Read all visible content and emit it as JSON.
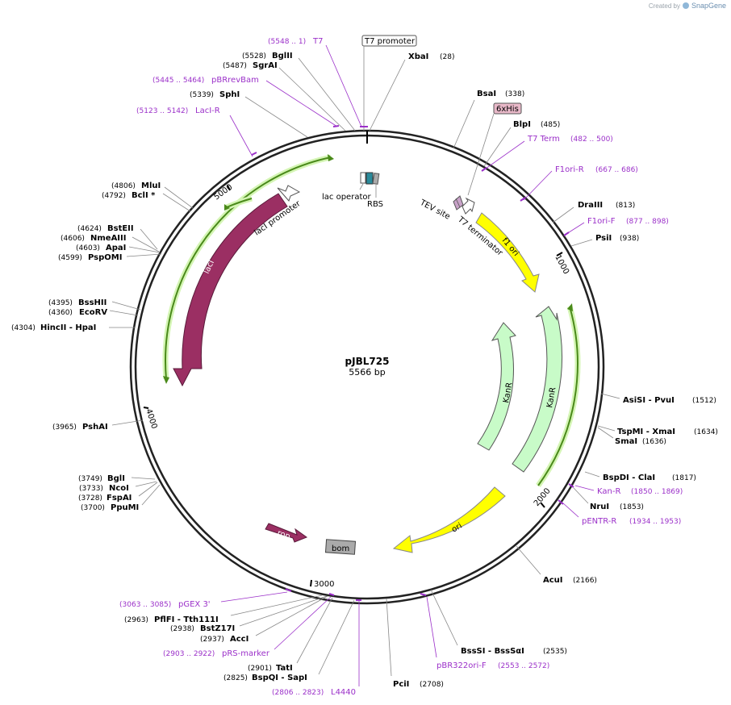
{
  "credit": {
    "prefix": "Created by",
    "brand": "SnapGene"
  },
  "plasmid": {
    "name": "pJBL725",
    "size": "5566 bp",
    "length": 5566
  },
  "ticks": [
    "1000",
    "2000",
    "3000",
    "4000",
    "5000"
  ],
  "colors": {
    "lacI": "#9b2f63",
    "rop": "#9b2f63",
    "ori": "#ffff00",
    "f1ori": "#ffff00",
    "kanr": "#c8fbc8",
    "primer": "#9b30c9",
    "terminator": "#888888"
  },
  "enzymes": [
    {
      "name": "XbaI",
      "pos": "(28)"
    },
    {
      "name": "BsaI",
      "pos": "(338)"
    },
    {
      "name": "BlpI",
      "pos": "(485)"
    },
    {
      "name": "DraIII",
      "pos": "(813)"
    },
    {
      "name": "PsiI",
      "pos": "(938)"
    },
    {
      "name": "AsiSI  - PvuI",
      "pos": "(1512)"
    },
    {
      "name": "TspMI  - XmaI",
      "pos": "(1634)"
    },
    {
      "name": "SmaI",
      "pos": "(1636)"
    },
    {
      "name": "BspDI  - ClaI",
      "pos": "(1817)"
    },
    {
      "name": "NruI",
      "pos": "(1853)"
    },
    {
      "name": "AcuI",
      "pos": "(2166)"
    },
    {
      "name": "BssSI  - BssSαI",
      "pos": "(2535)"
    },
    {
      "name": "PciI",
      "pos": "(2708)"
    },
    {
      "name": "BspQI  - SapI",
      "pos": "(2825)"
    },
    {
      "name": "TatI",
      "pos": "(2901)"
    },
    {
      "name": "AccI",
      "pos": "(2937)"
    },
    {
      "name": "BstZ17I",
      "pos": "(2938)"
    },
    {
      "name": "PflFI  - Tth111I",
      "pos": "(2963)"
    },
    {
      "name": "PpuMI",
      "pos": "(3700)"
    },
    {
      "name": "FspAI",
      "pos": "(3728)"
    },
    {
      "name": "NcoI",
      "pos": "(3733)"
    },
    {
      "name": "BglI",
      "pos": "(3749)"
    },
    {
      "name": "PshAI",
      "pos": "(3965)"
    },
    {
      "name": "HincII  - HpaI",
      "pos": "(4304)"
    },
    {
      "name": "EcoRV",
      "pos": "(4360)"
    },
    {
      "name": "BssHII",
      "pos": "(4395)"
    },
    {
      "name": "PspOMI",
      "pos": "(4599)"
    },
    {
      "name": "ApaI",
      "pos": "(4603)"
    },
    {
      "name": "NmeAIII",
      "pos": "(4606)"
    },
    {
      "name": "BstEII",
      "pos": "(4624)"
    },
    {
      "name": "BclI *",
      "pos": "(4792)"
    },
    {
      "name": "MluI",
      "pos": "(4806)"
    },
    {
      "name": "SphI",
      "pos": "(5339)"
    },
    {
      "name": "SgrAI",
      "pos": "(5487)"
    },
    {
      "name": "BglII",
      "pos": "(5528)"
    }
  ],
  "primers": [
    {
      "name": "T7",
      "range": "(5548 .. 1)"
    },
    {
      "name": "pBRrevBam",
      "range": "(5445 .. 5464)"
    },
    {
      "name": "LacI-R",
      "range": "(5123 .. 5142)"
    },
    {
      "name": "T7 Term",
      "range": "(482 .. 500)"
    },
    {
      "name": "F1ori-R",
      "range": "(667 .. 686)"
    },
    {
      "name": "F1ori-F",
      "range": "(877 .. 898)"
    },
    {
      "name": "Kan-R",
      "range": "(1850 .. 1869)"
    },
    {
      "name": "pENTR-R",
      "range": "(1934 .. 1953)"
    },
    {
      "name": "pBR322ori-F",
      "range": "(2553 .. 2572)"
    },
    {
      "name": "L4440",
      "range": "(2806 .. 2823)"
    },
    {
      "name": "pRS-marker",
      "range": "(2903 .. 2922)"
    },
    {
      "name": "pGEX 3'",
      "range": "(3063 .. 3085)"
    }
  ],
  "features": {
    "t7_promoter": "T7 promoter",
    "his_tag": "6xHis",
    "lac_operator": "lac operator",
    "rbs": "RBS",
    "tev_site": "TEV site",
    "t7_terminator": "T7 terminator",
    "lacI_promoter": "lacI promoter",
    "f1_ori": "f1 ori",
    "kanr": "KanR",
    "ori": "ori",
    "bom": "bom",
    "rop": "rop",
    "lacI": "lacI"
  }
}
